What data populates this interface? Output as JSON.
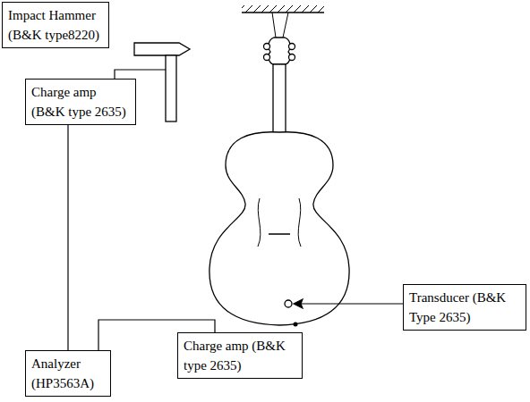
{
  "diagram": {
    "nodes": [
      {
        "text": [
          "Impact Hammer (B&K type8220)"
        ]
      },
      {
        "text": [
          "Charge amp (B&K type 2635)"
        ]
      },
      {
        "text": [
          "Analyzer (HP3563A)"
        ]
      },
      {
        "text": [
          "Charge amp (B&K type 2635)"
        ]
      },
      {
        "text": [
          "Transducer (B&K Type 2635)"
        ]
      }
    ],
    "edges": [
      {
        "from": 1,
        "to": 2,
        "arrow": "none"
      },
      {
        "from": 2,
        "to": 3,
        "arrow": "none"
      }
    ]
  }
}
